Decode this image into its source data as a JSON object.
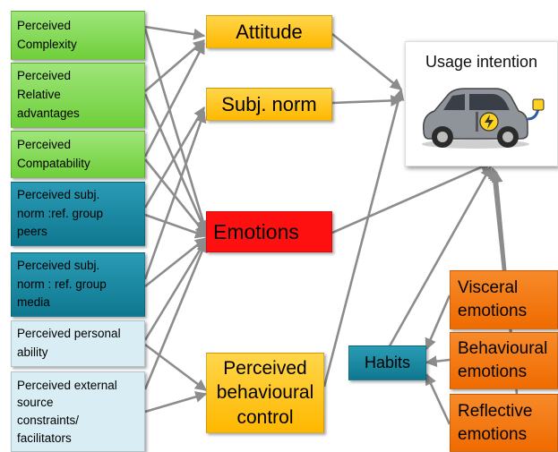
{
  "sources": [
    {
      "id": "complexity",
      "label": "Perceived\nComplexity"
    },
    {
      "id": "relative",
      "label": "Perceived\nRelative\nadvantages"
    },
    {
      "id": "compat",
      "label": "Perceived\nCompatability"
    },
    {
      "id": "peers",
      "label": "Perceived subj.\nnorm :ref. group\npeers"
    },
    {
      "id": "media",
      "label": "Perceived subj.\nnorm : ref. group\nmedia"
    },
    {
      "id": "ability",
      "label": "Perceived personal\nability"
    },
    {
      "id": "external",
      "label": "Perceived external\nsource\nconstraints/\nfacilitators"
    }
  ],
  "mediators": {
    "attitude": "Attitude",
    "subj_norm": "Subj. norm",
    "emotions": "Emotions",
    "pbc": "Perceived\nbehavioural\ncontrol"
  },
  "outcome": {
    "title": "Usage intention",
    "image": "electric-car-with-plug-icon"
  },
  "habits": "Habits",
  "emotion_types": {
    "visceral": "Visceral\nemotions",
    "behavioural": "Behavioural\nemotions",
    "reflective": "Reflective\nemotions"
  },
  "colors": {
    "source_green": "#7ed957",
    "source_teal": "#1a8aa5",
    "source_pale": "#d9eef4",
    "mediator_yellow": "#ffc000",
    "emotions_red": "#ff0000",
    "emotion_orange": "#f07810",
    "arrow_gray": "#8c8c8c"
  }
}
